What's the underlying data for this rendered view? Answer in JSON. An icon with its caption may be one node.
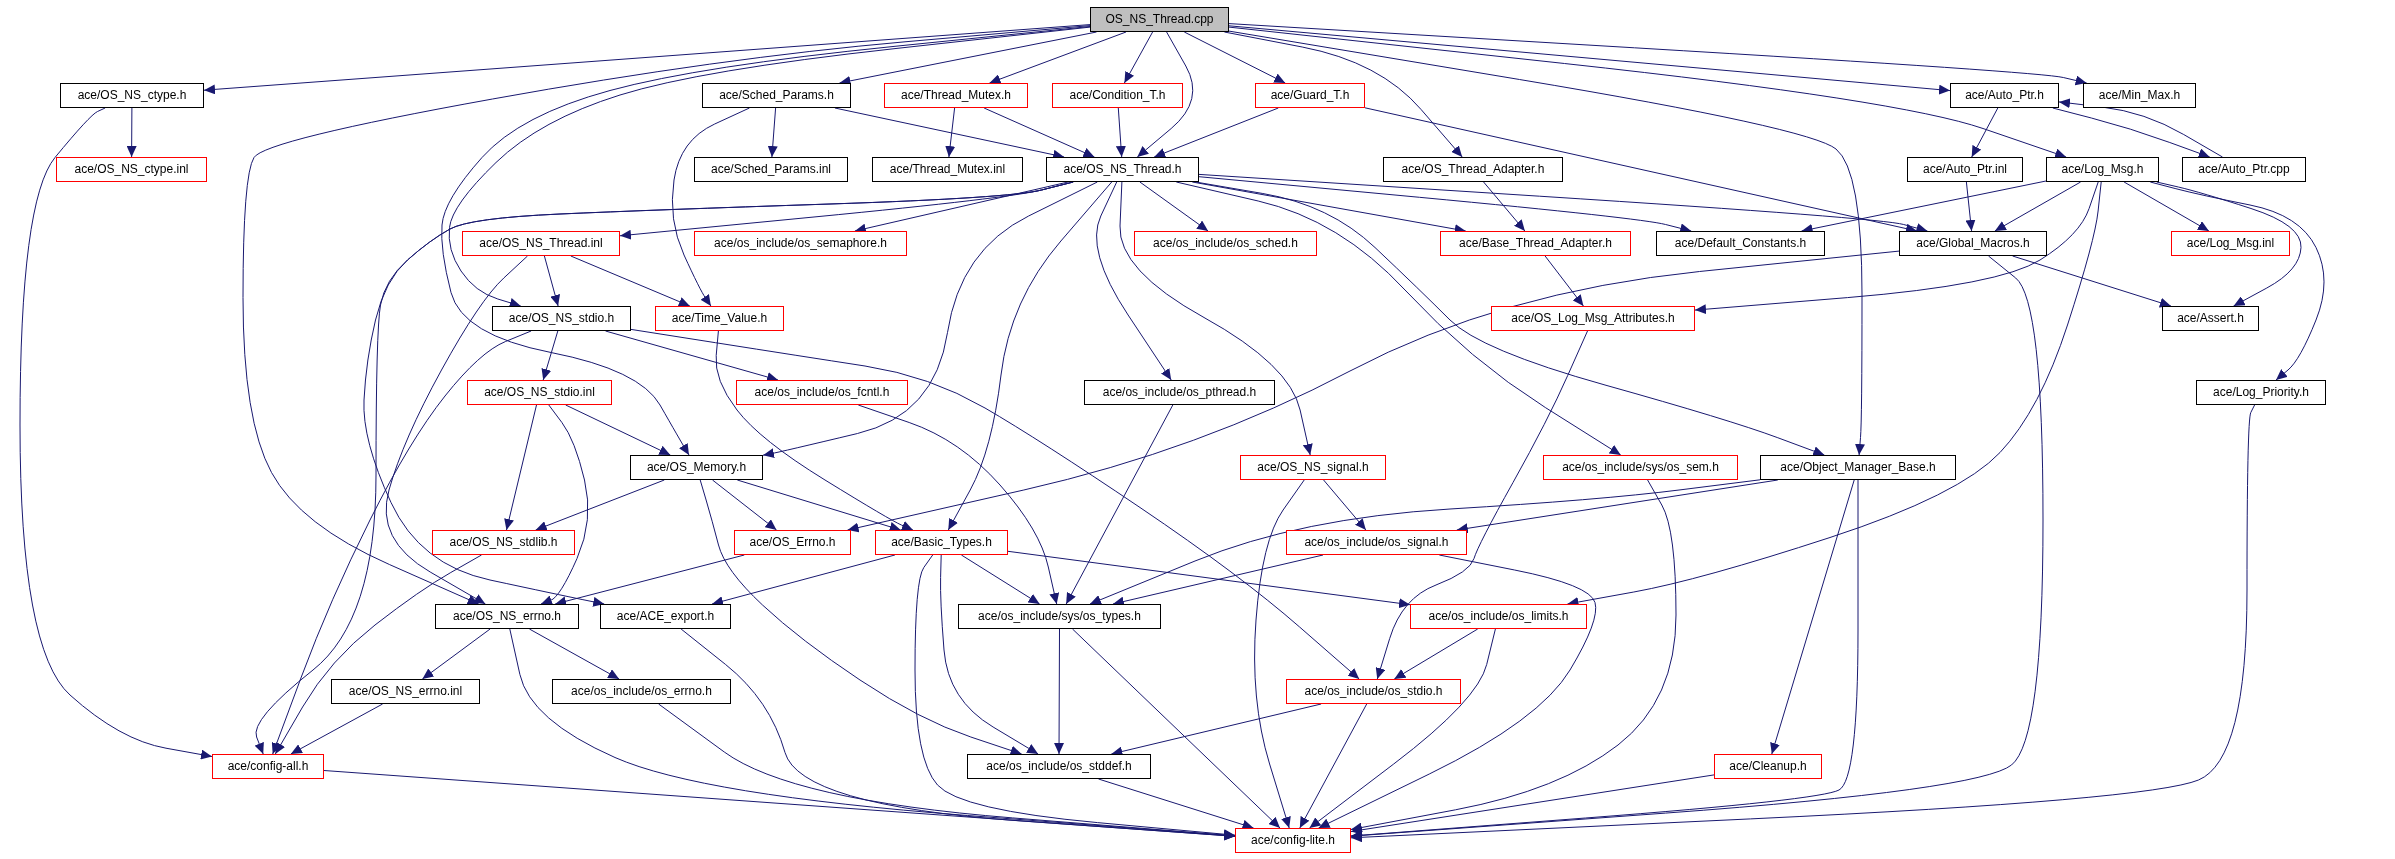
{
  "diagram": {
    "nodes": [
      {
        "text": [
          "OS_NS_Thread.cpp"
        ]
      },
      {
        "text": [
          "ace/OS_NS_ctype.h"
        ]
      },
      {
        "text": [
          "ace/Sched_Params.h"
        ]
      },
      {
        "text": [
          "ace/Thread_Mutex.h"
        ]
      },
      {
        "text": [
          "ace/Condition_T.h"
        ]
      },
      {
        "text": [
          "ace/Guard_T.h"
        ]
      },
      {
        "text": [
          "ace/Auto_Ptr.h"
        ]
      },
      {
        "text": [
          "ace/Min_Max.h"
        ]
      },
      {
        "text": [
          "ace/OS_NS_ctype.inl"
        ]
      },
      {
        "text": [
          "ace/Sched_Params.inl"
        ]
      },
      {
        "text": [
          "ace/Thread_Mutex.inl"
        ]
      },
      {
        "text": [
          "ace/OS_NS_Thread.h"
        ]
      },
      {
        "text": [
          "ace/OS_Thread_Adapter.h"
        ]
      },
      {
        "text": [
          "ace/Auto_Ptr.inl"
        ]
      },
      {
        "text": [
          "ace/Log_Msg.h"
        ]
      },
      {
        "text": [
          "ace/Auto_Ptr.cpp"
        ]
      },
      {
        "text": [
          "ace/OS_NS_Thread.inl"
        ]
      },
      {
        "text": [
          "ace/os_include/os_semaphore.h"
        ]
      },
      {
        "text": [
          "ace/os_include/os_sched.h"
        ]
      },
      {
        "text": [
          "ace/Base_Thread_Adapter.h"
        ]
      },
      {
        "text": [
          "ace/Default_Constants.h"
        ]
      },
      {
        "text": [
          "ace/Global_Macros.h"
        ]
      },
      {
        "text": [
          "ace/Log_Msg.inl"
        ]
      },
      {
        "text": [
          "ace/OS_NS_stdio.h"
        ]
      },
      {
        "text": [
          "ace/Time_Value.h"
        ]
      },
      {
        "text": [
          "ace/OS_Log_Msg_Attributes.h"
        ]
      },
      {
        "text": [
          "ace/Assert.h"
        ]
      },
      {
        "text": [
          "ace/OS_NS_stdio.inl"
        ]
      },
      {
        "text": [
          "ace/os_include/os_fcntl.h"
        ]
      },
      {
        "text": [
          "ace/os_include/os_pthread.h"
        ]
      },
      {
        "text": [
          "ace/Log_Priority.h"
        ]
      },
      {
        "text": [
          "ace/OS_Memory.h"
        ]
      },
      {
        "text": [
          "ace/OS_NS_signal.h"
        ]
      },
      {
        "text": [
          "ace/os_include/sys/os_sem.h"
        ]
      },
      {
        "text": [
          "ace/Object_Manager_Base.h"
        ]
      },
      {
        "text": [
          "ace/OS_NS_stdlib.h"
        ]
      },
      {
        "text": [
          "ace/OS_Errno.h"
        ]
      },
      {
        "text": [
          "ace/Basic_Types.h"
        ]
      },
      {
        "text": [
          "ace/os_include/os_signal.h"
        ]
      },
      {
        "text": [
          "ace/OS_NS_errno.h"
        ]
      },
      {
        "text": [
          "ace/ACE_export.h"
        ]
      },
      {
        "text": [
          "ace/os_include/sys/os_types.h"
        ]
      },
      {
        "text": [
          "ace/os_include/os_limits.h"
        ]
      },
      {
        "text": [
          "ace/OS_NS_errno.inl"
        ]
      },
      {
        "text": [
          "ace/os_include/os_errno.h"
        ]
      },
      {
        "text": [
          "ace/os_include/os_stdio.h"
        ]
      },
      {
        "text": [
          "ace/config-all.h"
        ]
      },
      {
        "text": [
          "ace/os_include/os_stddef.h"
        ]
      },
      {
        "text": [
          "ace/Cleanup.h"
        ]
      },
      {
        "text": [
          "ace/config-lite.h"
        ]
      }
    ],
    "edges": [
      {
        "from": 0,
        "to": 1,
        "arrow": "to"
      },
      {
        "from": 0,
        "to": 2,
        "arrow": "to"
      },
      {
        "from": 0,
        "to": 3,
        "arrow": "to"
      },
      {
        "from": 0,
        "to": 4,
        "arrow": "to"
      },
      {
        "from": 0,
        "to": 5,
        "arrow": "to"
      },
      {
        "from": 0,
        "to": 11,
        "arrow": "to"
      },
      {
        "from": 0,
        "to": 12,
        "arrow": "to"
      },
      {
        "from": 0,
        "to": 6,
        "arrow": "to"
      },
      {
        "from": 0,
        "to": 7,
        "arrow": "to"
      },
      {
        "from": 0,
        "to": 14,
        "arrow": "to"
      },
      {
        "from": 0,
        "to": 34,
        "arrow": "to"
      },
      {
        "from": 0,
        "to": 23,
        "arrow": "to"
      },
      {
        "from": 0,
        "to": 31,
        "arrow": "to"
      },
      {
        "from": 0,
        "to": 39,
        "arrow": "to"
      },
      {
        "from": 1,
        "to": 8,
        "arrow": "to"
      },
      {
        "from": 1,
        "to": 46,
        "arrow": "to"
      },
      {
        "from": 2,
        "to": 9,
        "arrow": "to"
      },
      {
        "from": 2,
        "to": 24,
        "arrow": "to"
      },
      {
        "from": 2,
        "to": 11,
        "arrow": "to"
      },
      {
        "from": 3,
        "to": 10,
        "arrow": "to"
      },
      {
        "from": 3,
        "to": 11,
        "arrow": "to"
      },
      {
        "from": 4,
        "to": 11,
        "arrow": "to"
      },
      {
        "from": 5,
        "to": 11,
        "arrow": "to"
      },
      {
        "from": 5,
        "to": 21,
        "arrow": "to"
      },
      {
        "from": 12,
        "to": 19,
        "arrow": "to"
      },
      {
        "from": 6,
        "to": 13,
        "arrow": "to"
      },
      {
        "from": 6,
        "to": 15,
        "arrow": "to"
      },
      {
        "from": 15,
        "to": 6,
        "arrow": "to"
      },
      {
        "from": 13,
        "to": 21,
        "arrow": "to"
      },
      {
        "from": 14,
        "to": 20,
        "arrow": "to"
      },
      {
        "from": 14,
        "to": 21,
        "arrow": "to"
      },
      {
        "from": 14,
        "to": 22,
        "arrow": "to"
      },
      {
        "from": 14,
        "to": 26,
        "arrow": "to"
      },
      {
        "from": 14,
        "to": 30,
        "arrow": "to"
      },
      {
        "from": 14,
        "to": 25,
        "arrow": "to"
      },
      {
        "from": 14,
        "to": 42,
        "arrow": "to"
      },
      {
        "from": 21,
        "to": 26,
        "arrow": "to"
      },
      {
        "from": 21,
        "to": 49,
        "arrow": "to"
      },
      {
        "from": 21,
        "to": 36,
        "arrow": "to"
      },
      {
        "from": 11,
        "to": 16,
        "arrow": "to"
      },
      {
        "from": 11,
        "to": 17,
        "arrow": "to"
      },
      {
        "from": 11,
        "to": 18,
        "arrow": "to"
      },
      {
        "from": 11,
        "to": 19,
        "arrow": "to"
      },
      {
        "from": 11,
        "to": 20,
        "arrow": "to"
      },
      {
        "from": 11,
        "to": 21,
        "arrow": "to"
      },
      {
        "from": 11,
        "to": 29,
        "arrow": "to"
      },
      {
        "from": 11,
        "to": 32,
        "arrow": "to"
      },
      {
        "from": 11,
        "to": 33,
        "arrow": "to"
      },
      {
        "from": 11,
        "to": 34,
        "arrow": "to"
      },
      {
        "from": 11,
        "to": 31,
        "arrow": "to"
      },
      {
        "from": 11,
        "to": 37,
        "arrow": "to"
      },
      {
        "from": 11,
        "to": 46,
        "arrow": "to"
      },
      {
        "from": 11,
        "to": 40,
        "arrow": "to"
      },
      {
        "from": 29,
        "to": 41,
        "arrow": "to"
      },
      {
        "from": 28,
        "to": 41,
        "arrow": "to"
      },
      {
        "from": 24,
        "to": 37,
        "arrow": "to"
      },
      {
        "from": 16,
        "to": 23,
        "arrow": "to"
      },
      {
        "from": 16,
        "to": 24,
        "arrow": "to"
      },
      {
        "from": 16,
        "to": 39,
        "arrow": "to"
      },
      {
        "from": 23,
        "to": 27,
        "arrow": "to"
      },
      {
        "from": 23,
        "to": 28,
        "arrow": "to"
      },
      {
        "from": 23,
        "to": 45,
        "arrow": "to"
      },
      {
        "from": 23,
        "to": 46,
        "arrow": "to"
      },
      {
        "from": 27,
        "to": 31,
        "arrow": "to"
      },
      {
        "from": 27,
        "to": 35,
        "arrow": "to"
      },
      {
        "from": 27,
        "to": 39,
        "arrow": "to"
      },
      {
        "from": 31,
        "to": 35,
        "arrow": "to"
      },
      {
        "from": 31,
        "to": 36,
        "arrow": "to"
      },
      {
        "from": 31,
        "to": 37,
        "arrow": "to"
      },
      {
        "from": 31,
        "to": 47,
        "arrow": "to"
      },
      {
        "from": 35,
        "to": 46,
        "arrow": "to"
      },
      {
        "from": 36,
        "to": 39,
        "arrow": "to"
      },
      {
        "from": 37,
        "to": 40,
        "arrow": "to"
      },
      {
        "from": 37,
        "to": 41,
        "arrow": "to"
      },
      {
        "from": 37,
        "to": 42,
        "arrow": "to"
      },
      {
        "from": 37,
        "to": 47,
        "arrow": "to"
      },
      {
        "from": 37,
        "to": 49,
        "arrow": "to"
      },
      {
        "from": 32,
        "to": 38,
        "arrow": "to"
      },
      {
        "from": 32,
        "to": 49,
        "arrow": "to"
      },
      {
        "from": 34,
        "to": 38,
        "arrow": "to"
      },
      {
        "from": 34,
        "to": 41,
        "arrow": "to"
      },
      {
        "from": 34,
        "to": 48,
        "arrow": "to"
      },
      {
        "from": 34,
        "to": 49,
        "arrow": "to"
      },
      {
        "from": 33,
        "to": 49,
        "arrow": "to"
      },
      {
        "from": 38,
        "to": 41,
        "arrow": "to"
      },
      {
        "from": 38,
        "to": 49,
        "arrow": "to"
      },
      {
        "from": 42,
        "to": 45,
        "arrow": "to"
      },
      {
        "from": 42,
        "to": 49,
        "arrow": "to"
      },
      {
        "from": 25,
        "to": 45,
        "arrow": "to"
      },
      {
        "from": 19,
        "to": 25,
        "arrow": "to"
      },
      {
        "from": 39,
        "to": 43,
        "arrow": "to"
      },
      {
        "from": 39,
        "to": 44,
        "arrow": "to"
      },
      {
        "from": 39,
        "to": 49,
        "arrow": "to"
      },
      {
        "from": 43,
        "to": 46,
        "arrow": "to"
      },
      {
        "from": 44,
        "to": 49,
        "arrow": "to"
      },
      {
        "from": 40,
        "to": 49,
        "arrow": "to"
      },
      {
        "from": 41,
        "to": 47,
        "arrow": "to"
      },
      {
        "from": 41,
        "to": 49,
        "arrow": "to"
      },
      {
        "from": 45,
        "to": 47,
        "arrow": "to"
      },
      {
        "from": 45,
        "to": 49,
        "arrow": "to"
      },
      {
        "from": 47,
        "to": 49,
        "arrow": "to"
      },
      {
        "from": 46,
        "to": 49,
        "arrow": "to"
      },
      {
        "from": 48,
        "to": 49,
        "arrow": "to"
      },
      {
        "from": 30,
        "to": 49,
        "arrow": "to"
      }
    ]
  }
}
